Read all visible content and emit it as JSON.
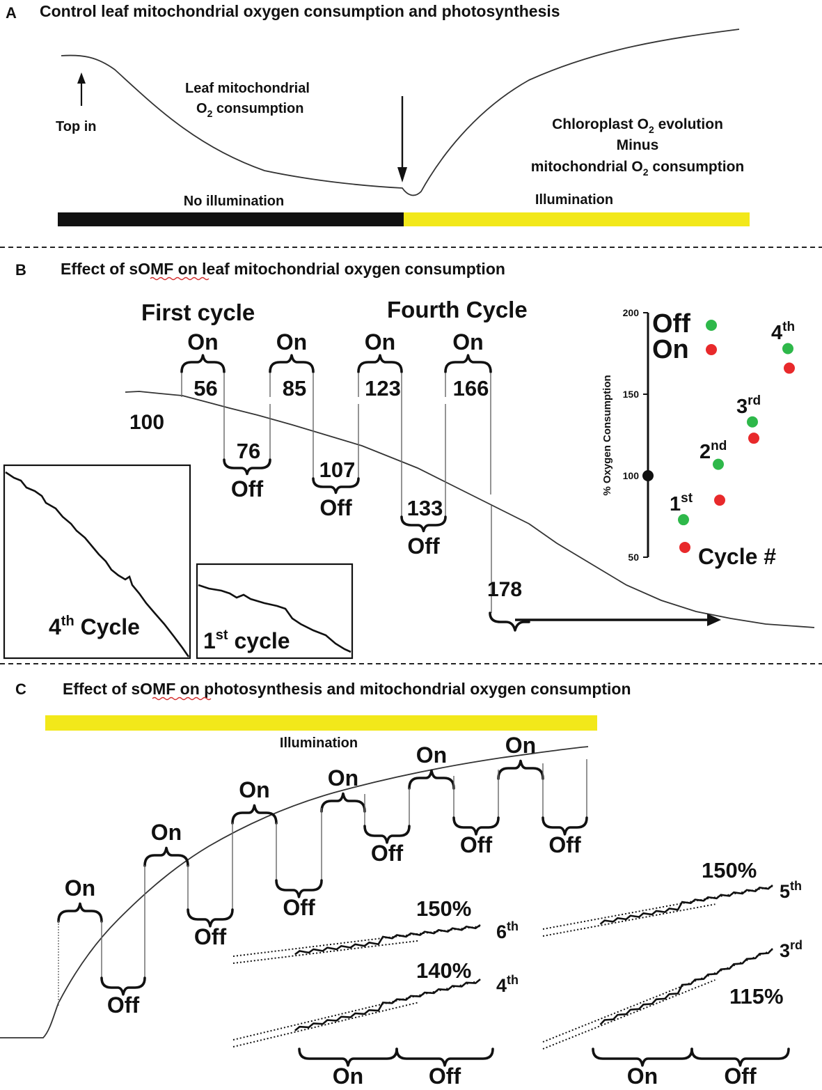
{
  "colors": {
    "dark_bar": "#111111",
    "light_bar": "#f2e81a",
    "off_dot": "#2eb84a",
    "on_dot": "#e8292b",
    "baseline_dot": "#111111"
  },
  "panel_a": {
    "letter": "A",
    "title": "Control leaf mitochondrial oxygen consumption and photosynthesis",
    "label_top_in": "Top in",
    "label_mito_1": "Leaf mitochondrial",
    "label_mito_2a": "O",
    "label_mito_2sub": "2",
    "label_mito_2b": " consumption",
    "label_chloro_1a": "Chloroplast O",
    "label_chloro_1sub": "2",
    "label_chloro_1b": " evolution",
    "label_chloro_2": "Minus",
    "label_chloro_3": "mitochondrial O",
    "label_chloro_3sub": "2",
    "label_chloro_3b": " consumption",
    "bar_dark_label": "No illumination",
    "bar_light_label": "Illumination"
  },
  "panel_b": {
    "letter": "B",
    "title_pre": "Effect of ",
    "title_key": "sOMF",
    "title_post": " on leaf mitochondrial oxygen consumption",
    "first_cycle": "First cycle",
    "fourth_cycle": "Fourth Cycle",
    "on_label": "On",
    "off_label": "Off",
    "start_value": "100",
    "on_values": [
      "56",
      "85",
      "123",
      "166"
    ],
    "off_values": [
      "76",
      "107",
      "133"
    ],
    "final_value": "178",
    "inset_large_num": "4",
    "inset_large_sup": "th",
    "inset_large_word": " Cycle",
    "inset_small_num": "1",
    "inset_small_sup": "st",
    "inset_small_word": " cycle"
  },
  "chart_data": {
    "type": "scatter",
    "ylabel": "% Oxygen Consumption",
    "xlabel": "Cycle #",
    "ylim": [
      50,
      200
    ],
    "yticks": [
      50,
      100,
      150,
      200
    ],
    "legend": [
      {
        "name": "Off",
        "color": "#2eb84a"
      },
      {
        "name": "On",
        "color": "#e8292b"
      }
    ],
    "baseline": 100,
    "categories": [
      "1",
      "2",
      "3",
      "4"
    ],
    "category_labels": [
      {
        "num": "1",
        "sup": "st"
      },
      {
        "num": "2",
        "sup": "nd"
      },
      {
        "num": "3",
        "sup": "rd"
      },
      {
        "num": "4",
        "sup": "th"
      }
    ],
    "series": [
      {
        "name": "Off",
        "values": [
          73,
          107,
          133,
          178
        ]
      },
      {
        "name": "On",
        "values": [
          56,
          85,
          123,
          166
        ]
      }
    ]
  },
  "panel_c": {
    "letter": "C",
    "title_pre": "Effect of ",
    "title_key": "sOMF",
    "title_post": " on photosynthesis and mitochondrial oxygen consumption",
    "bar_label": "Illumination",
    "on_label": "On",
    "off_label": "Off",
    "insets": [
      {
        "pct": "150%",
        "num": "6",
        "sup": "th"
      },
      {
        "pct": "140%",
        "num": "4",
        "sup": "th"
      },
      {
        "pct": "150%",
        "num": "5",
        "sup": "th"
      },
      {
        "pct": "115%",
        "num": "3",
        "sup": "rd"
      }
    ]
  }
}
